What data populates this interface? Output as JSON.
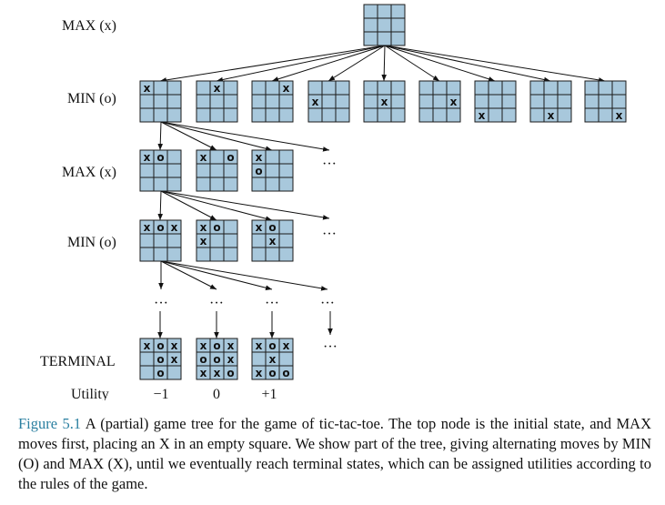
{
  "levels": {
    "max_label": "MAX (x)",
    "min_label": "MIN (o)",
    "terminal_label": "TERMINAL",
    "utility_label": "Utility"
  },
  "root": [
    "",
    "",
    "",
    "",
    "",
    "",
    "",
    "",
    ""
  ],
  "level1": [
    [
      "x",
      "",
      "",
      "",
      "",
      "",
      "",
      "",
      ""
    ],
    [
      "",
      "x",
      "",
      "",
      "",
      "",
      "",
      "",
      ""
    ],
    [
      "",
      "",
      "x",
      "",
      "",
      "",
      "",
      "",
      ""
    ],
    [
      "",
      "",
      "",
      "x",
      "",
      "",
      "",
      "",
      ""
    ],
    [
      "",
      "",
      "",
      "",
      "x",
      "",
      "",
      "",
      ""
    ],
    [
      "",
      "",
      "",
      "",
      "",
      "x",
      "",
      "",
      ""
    ],
    [
      "",
      "",
      "",
      "",
      "",
      "",
      "x",
      "",
      ""
    ],
    [
      "",
      "",
      "",
      "",
      "",
      "",
      "",
      "x",
      ""
    ],
    [
      "",
      "",
      "",
      "",
      "",
      "",
      "",
      "",
      "x"
    ]
  ],
  "level2": [
    [
      "x",
      "o",
      "",
      "",
      "",
      "",
      "",
      "",
      ""
    ],
    [
      "x",
      "",
      "o",
      "",
      "",
      "",
      "",
      "",
      ""
    ],
    [
      "x",
      "",
      "",
      "o",
      "",
      "",
      "",
      "",
      ""
    ]
  ],
  "level3": [
    [
      "x",
      "o",
      "x",
      "",
      "",
      "",
      "",
      "",
      ""
    ],
    [
      "x",
      "o",
      "",
      "x",
      "",
      "",
      "",
      "",
      ""
    ],
    [
      "x",
      "o",
      "",
      "",
      "x",
      "",
      "",
      "",
      ""
    ]
  ],
  "terminal": [
    [
      "x",
      "o",
      "x",
      "",
      "o",
      "x",
      "",
      "o",
      ""
    ],
    [
      "x",
      "o",
      "x",
      "o",
      "o",
      "x",
      "x",
      "x",
      "o"
    ],
    [
      "x",
      "o",
      "x",
      "",
      "x",
      "",
      "x",
      "o",
      "o"
    ]
  ],
  "utilities": [
    "−1",
    "0",
    "+1"
  ],
  "ellipsis": "···",
  "caption": {
    "figure_label": "Figure 5.1",
    "text": "A (partial) game tree for the game of tic-tac-toe. The top node is the initial state, and MAX moves first, placing an X in an empty square. We show part of the tree, giving alternating moves by MIN (O) and MAX (X), until we eventually reach terminal states, which can be assigned utilities according to the rules of the game."
  }
}
